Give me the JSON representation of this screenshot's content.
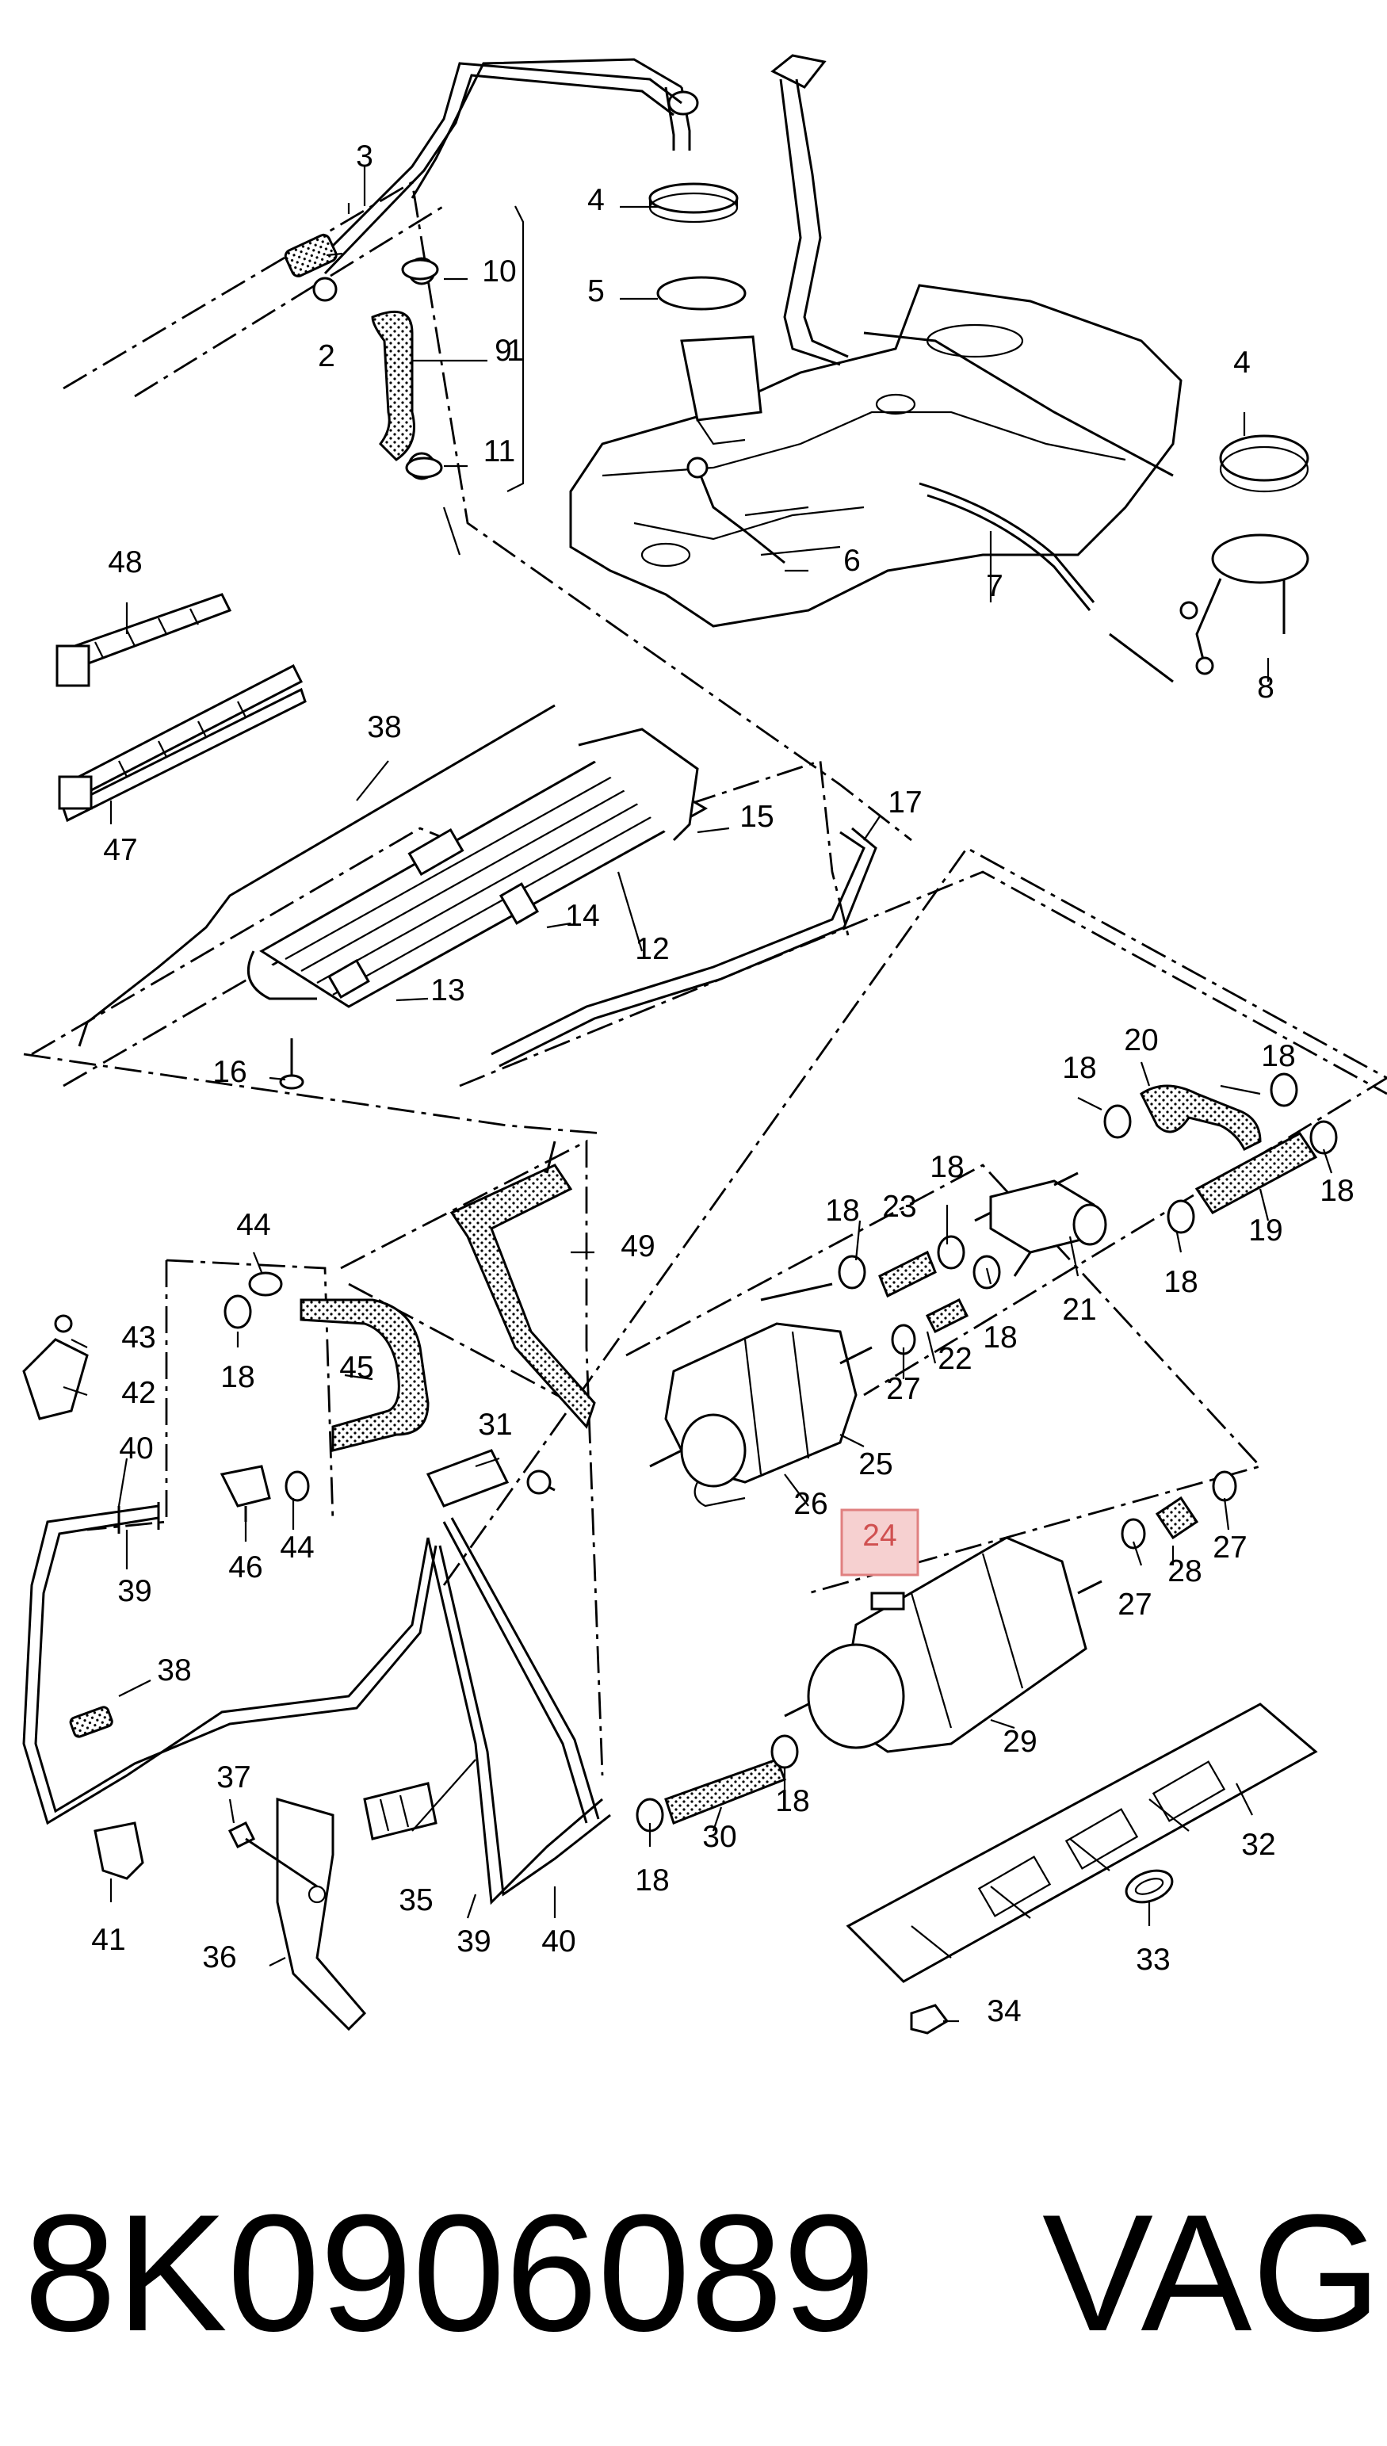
{
  "diagram": {
    "part_number": "8K0906089",
    "brand": "VAG",
    "highlighted_callout": "24",
    "highlight_color": "#f6d0d0",
    "highlight_border": "#e08080",
    "callouts": [
      "1",
      "2",
      "3",
      "4",
      "4",
      "5",
      "6",
      "7",
      "8",
      "9",
      "10",
      "11",
      "12",
      "13",
      "14",
      "15",
      "16",
      "17",
      "18",
      "18",
      "18",
      "18",
      "18",
      "18",
      "18",
      "18",
      "18",
      "18",
      "18",
      "19",
      "20",
      "21",
      "22",
      "23",
      "24",
      "25",
      "26",
      "27",
      "27",
      "27",
      "28",
      "29",
      "30",
      "31",
      "32",
      "33",
      "34",
      "35",
      "36",
      "37",
      "38",
      "38",
      "39",
      "39",
      "40",
      "40",
      "41",
      "42",
      "43",
      "44",
      "44",
      "45",
      "46",
      "47",
      "48",
      "49"
    ]
  }
}
